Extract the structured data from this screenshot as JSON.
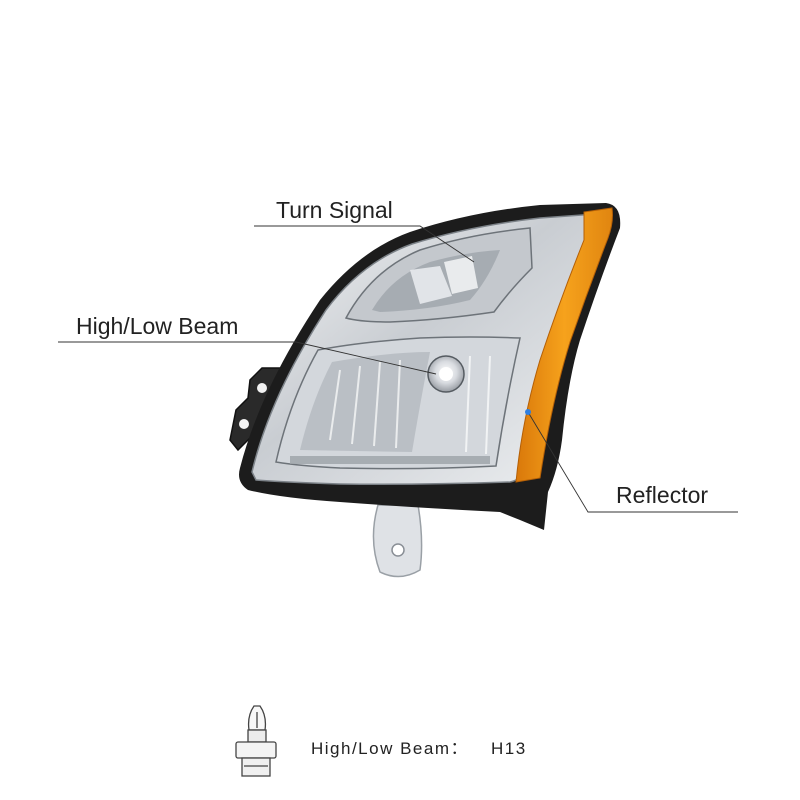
{
  "callouts": {
    "turn_signal": "Turn Signal",
    "high_low_beam": "High/Low Beam",
    "reflector": "Reflector"
  },
  "spec": {
    "label": "High/Low Beam：",
    "value": "H13"
  },
  "colors": {
    "amber": "#f29b1a",
    "housing": "#1c1c1c",
    "chrome": "#d5d8dc",
    "marker_dot": "#2f7fe0"
  },
  "icons": {
    "bulb": "bulb-icon"
  }
}
